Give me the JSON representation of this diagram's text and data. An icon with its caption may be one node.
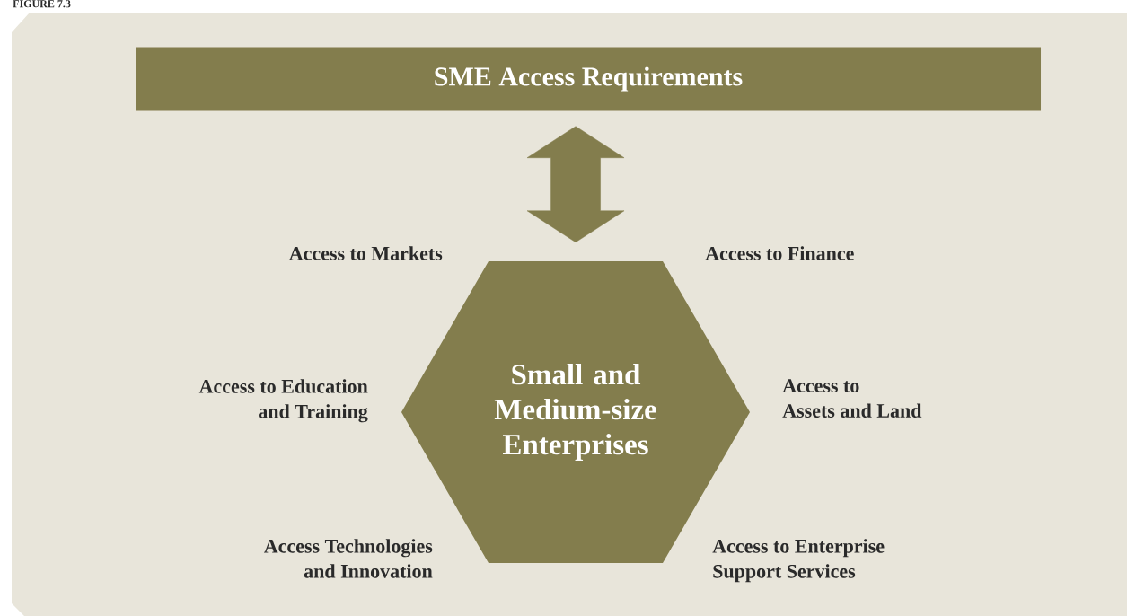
{
  "diagram": {
    "title": "FIGURE 7.3",
    "nodes": [
      {
        "text": [
          "SME Access Requirements"
        ]
      },
      {
        "text": [
          "Small and Medium-size Enterprises"
        ]
      }
    ],
    "edges": [
      {
        "from": 0,
        "to": 1,
        "arrow": "both",
        "style": "thick"
      }
    ],
    "labels": [
      "Access to Markets",
      "Access to Finance",
      "Access to Education and Training",
      "Access to Assets and Land",
      "Access Technologies and Innovation",
      "Access to Enterprise Support Services"
    ]
  }
}
